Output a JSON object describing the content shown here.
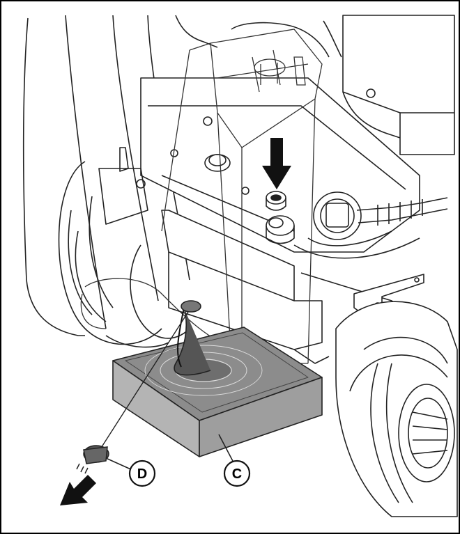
{
  "figure": {
    "callouts": [
      {
        "id": "D",
        "label": "D"
      },
      {
        "id": "C",
        "label": "C"
      }
    ],
    "colors": {
      "line": "#222222",
      "tray_top": "#8c8c8c",
      "tray_front": "#b4b4b4",
      "tray_side": "#9e9e9e",
      "arrow": "#111111"
    },
    "icons": {
      "down_arrow": "arrow-down-icon",
      "out_arrow": "arrow-out-icon"
    }
  }
}
